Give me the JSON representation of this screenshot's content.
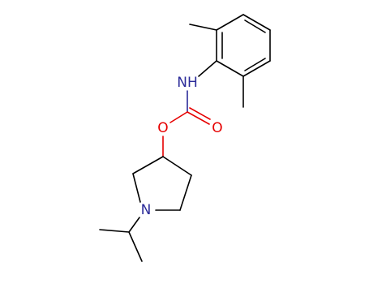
{
  "colors": {
    "background": "#ffffff",
    "bond": "#000000",
    "nitrogen": "#2b2b99",
    "oxygen": "#e60000"
  },
  "atoms": {
    "nh": "NH",
    "carbonyl_o": "O",
    "ester_o": "O",
    "ring_n": "N"
  }
}
